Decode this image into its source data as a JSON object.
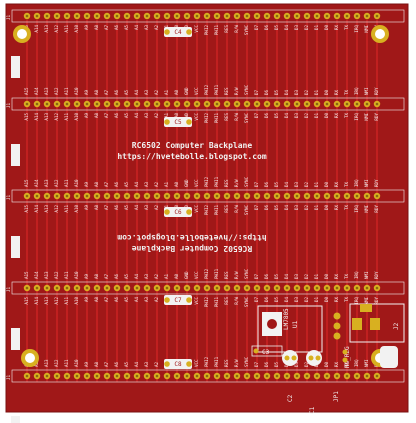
{
  "board": {
    "title": "RC6502 Computer Backplane",
    "url": "https://hvetebolle.blogspot.com",
    "colors": {
      "substrate": "#a01818",
      "copper": "#c02020",
      "silkscreen": "#f2f2f2",
      "pad": "#d8b020",
      "pad_hole": "#8a6a10"
    }
  },
  "connectors": [
    {
      "label": "J1"
    },
    {
      "label": "J1"
    },
    {
      "label": "J1"
    },
    {
      "label": "J1"
    },
    {
      "label": "J1"
    }
  ],
  "capacitors": [
    "C4",
    "C5",
    "C6",
    "C7",
    "C8"
  ],
  "regulator": {
    "label": "U1",
    "part": "LM7805",
    "caps": [
      "C3",
      "C2",
      "C1"
    ],
    "power_jack": "J2",
    "jumper": "JP1",
    "jumper_text": "NO_REG"
  },
  "pin_labels_a": [
    "A15",
    "A14",
    "A13",
    "A12",
    "A11",
    "A10",
    "A9",
    "A8",
    "A7",
    "A6",
    "A5",
    "A4",
    "A3",
    "A2",
    "A1",
    "A0",
    "GND",
    "VCC",
    "PHI2",
    "PHI1",
    "RES",
    "R/W",
    "SYNC",
    "D7",
    "D6",
    "D5",
    "D4",
    "D3",
    "D2",
    "D1",
    "D0",
    "RX",
    "TX",
    "IRQ",
    "NMI",
    "RDY"
  ],
  "pin_labels_b": [
    "A15",
    "A14",
    "A13",
    "A12",
    "A11",
    "A10",
    "A9",
    "A8",
    "A7",
    "A6",
    "A5",
    "A4",
    "A3",
    "A2",
    "A1",
    "A0",
    "GND",
    "VCC",
    "PHI2",
    "PHI1",
    "RES",
    "R/W",
    "SYNC",
    "D7",
    "D6",
    "D5",
    "D4",
    "D3",
    "D2",
    "D1",
    "D0",
    "RX",
    "TX",
    "IRQ",
    "NMI",
    "RDY"
  ]
}
